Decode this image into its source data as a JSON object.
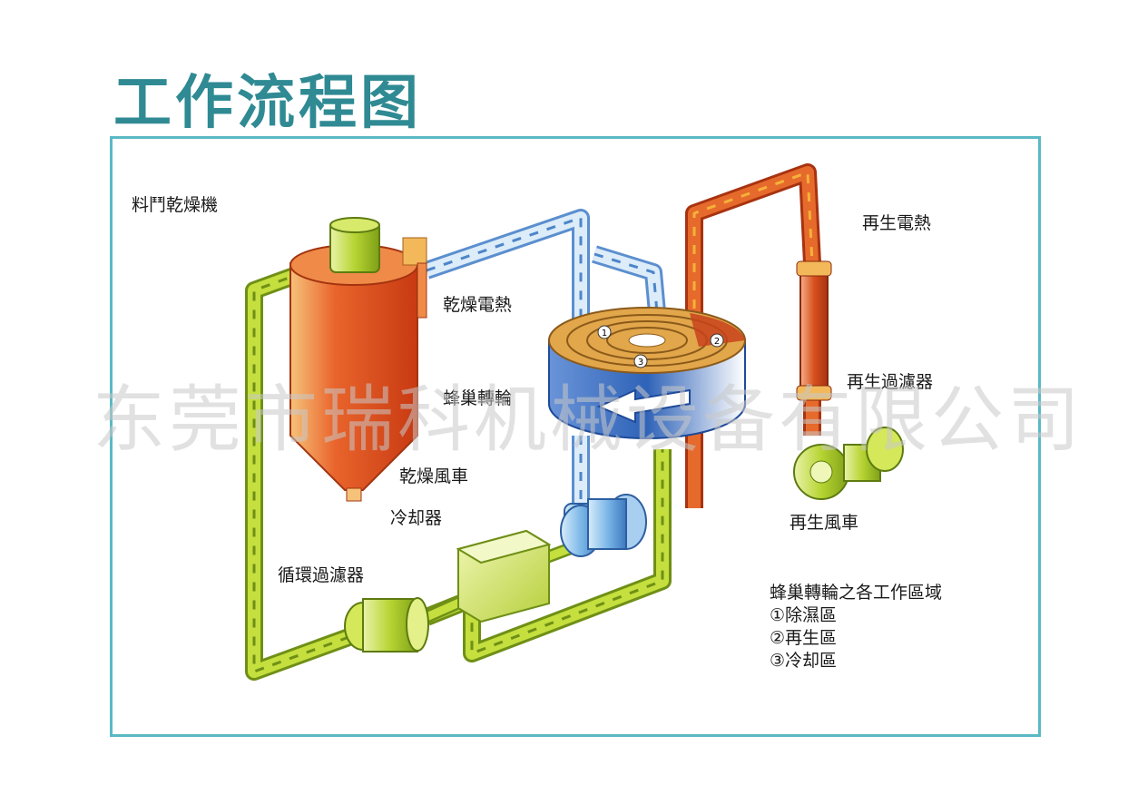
{
  "title": "工作流程图",
  "labels": {
    "dryer": "料鬥乾燥機",
    "dry_heater": "乾燥電熱",
    "honeycomb_rotor": "蜂巢轉輪",
    "dry_fan": "乾燥風車",
    "cooler": "冷却器",
    "circ_filter": "循環過濾器",
    "regen_heater": "再生電熱",
    "regen_filter": "再生過濾器",
    "regen_fan": "再生風車"
  },
  "legend": {
    "title": "蜂巢轉輪之各工作區域",
    "items": [
      "①除濕區",
      "②再生區",
      "③冷却區"
    ]
  },
  "zone_markers": [
    "1",
    "2",
    "3"
  ],
  "watermark": "东莞市瑞科机械设备有限公司",
  "colors": {
    "title": "#2f8a93",
    "frame": "#5bb9c4",
    "green_duct": "#b6d432",
    "blue_duct": "#7aaee0",
    "red_duct": "#d8501e",
    "rotor_blue": "#2f63b8",
    "hopper": "#e2552a"
  }
}
